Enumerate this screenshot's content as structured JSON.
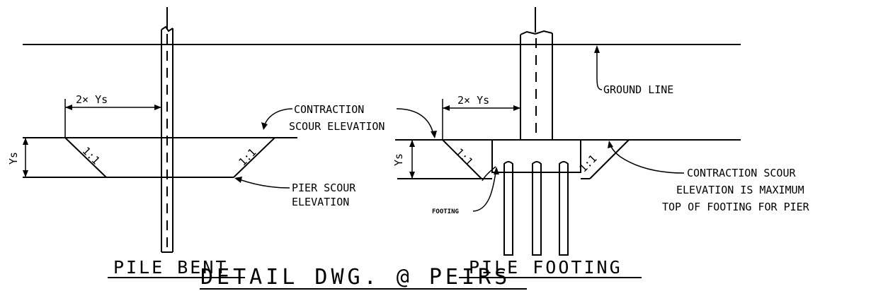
{
  "labels": {
    "ground_line": "GROUND LINE",
    "dim_left": "2× Ys",
    "dim_right": "2× Ys",
    "ys_left": "Ys",
    "ys_right": "Ys",
    "contraction_scour_line1": "CONTRACTION",
    "contraction_scour_line2": "SCOUR ELEVATION",
    "pier_scour_line1": "PIER SCOUR",
    "pier_scour_line2": "ELEVATION",
    "slope_1": "1:1",
    "slope_2": "1:1",
    "slope_3": "1:1",
    "slope_4": "1:1",
    "footing": "FOOTING",
    "note_line1": "CONTRACTION SCOUR",
    "note_line2": "ELEVATION IS MAXIMUM",
    "note_line3": "TOP OF FOOTING FOR PIER",
    "pile_bent_title": "PILE BENT",
    "pile_footing_title": "PILE FOOTING",
    "main_title": "DETAIL DWG. @ PEIRS"
  }
}
